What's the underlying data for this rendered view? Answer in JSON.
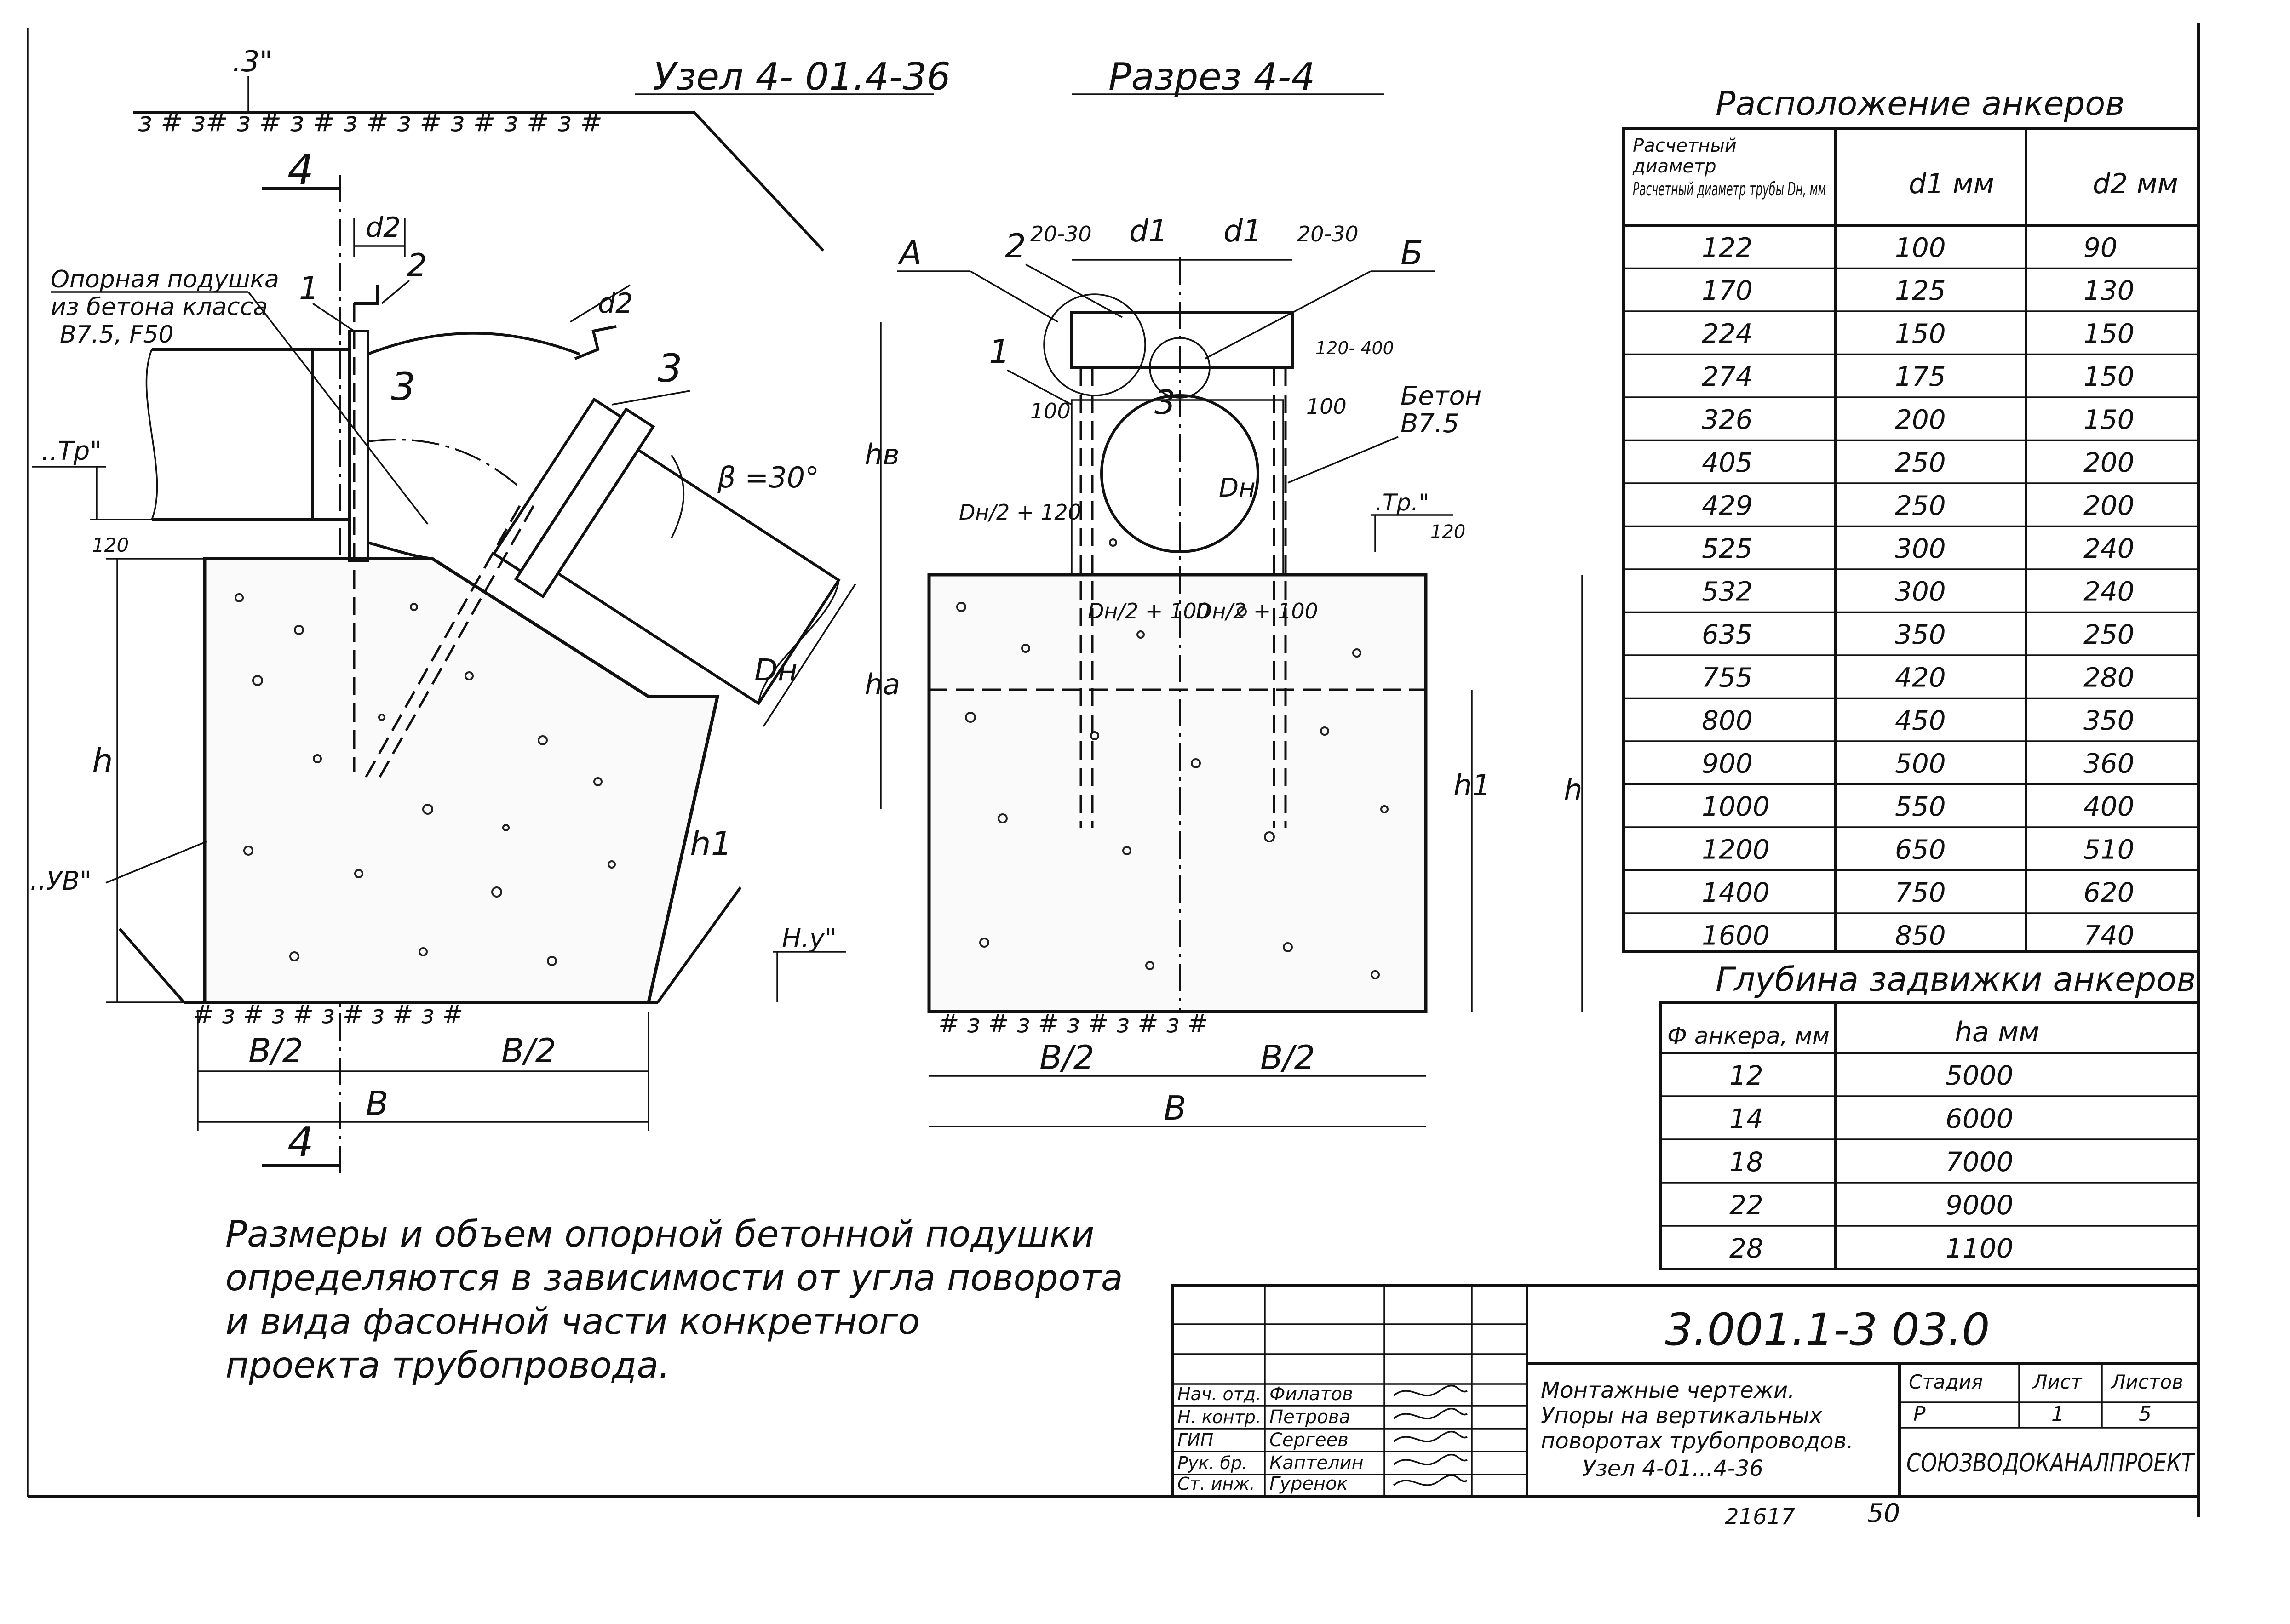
{
  "titles": {
    "node": "Узел 4- 01.4-36",
    "section": "Разрез 4-4"
  },
  "left_view": {
    "mark_3": ".3\"",
    "section_mark": "4",
    "pillow_label_1": "Опорная подушка",
    "pillow_label_2": "из бетона класса",
    "pillow_label_3": "B7.5, F50",
    "callout_1": "1",
    "callout_2": "2",
    "callout_3a": "3",
    "callout_3b": "3",
    "d2_top": "d2",
    "d2_right": "d2",
    "tp": "..Тр\"",
    "dim_120": "120",
    "angle": "β =30°",
    "dn": "Dн",
    "uv": "..УВ\"",
    "h": "h",
    "h1": "h1",
    "ny": "Н.у\"",
    "b_half_left": "B/2",
    "b_half_right": "B/2",
    "b": "B"
  },
  "section_view": {
    "label_a": "А",
    "label_b": "Б",
    "callout_1": "1",
    "callout_2": "2",
    "callout_3": "3",
    "dim_20_30_left": "20-30",
    "dim_20_30_right": "20-30",
    "d1_left": "d1",
    "d1_right": "d1",
    "dim_120_400": "120- 400",
    "dim_100_left": "100",
    "dim_100_right": "100",
    "beton_1": "Бетон",
    "beton_2": "B7.5",
    "dn": "Dн",
    "tp": ".Тр.\"",
    "dim_120": "120",
    "hv": "hв",
    "dn_2_120": "Dн/2 + 120",
    "ha": "ha",
    "dn_2_100_left": "Dн/2 + 100",
    "dn_2_100_right": "Dн/2 + 100",
    "h1": "h1",
    "h": "h",
    "b_half_left": "B/2",
    "b_half_right": "B/2",
    "b": "B"
  },
  "anchor_table": {
    "title": "Расположение анкеров",
    "headers": [
      "Расчетный диаметр трубы Dн, мм",
      "d1 мм",
      "d2 мм"
    ],
    "rows": [
      [
        "122",
        "100",
        "90"
      ],
      [
        "170",
        "125",
        "130"
      ],
      [
        "224",
        "150",
        "150"
      ],
      [
        "274",
        "175",
        "150"
      ],
      [
        "326",
        "200",
        "150"
      ],
      [
        "405",
        "250",
        "200"
      ],
      [
        "429",
        "250",
        "200"
      ],
      [
        "525",
        "300",
        "240"
      ],
      [
        "532",
        "300",
        "240"
      ],
      [
        "635",
        "350",
        "250"
      ],
      [
        "755",
        "420",
        "280"
      ],
      [
        "800",
        "450",
        "350"
      ],
      [
        "900",
        "500",
        "360"
      ],
      [
        "1000",
        "550",
        "400"
      ],
      [
        "1200",
        "650",
        "510"
      ],
      [
        "1400",
        "750",
        "620"
      ],
      [
        "1600",
        "850",
        "740"
      ]
    ]
  },
  "depth_table": {
    "title": "Глубина задвижки анкеров",
    "headers": [
      "Ф анкера, мм",
      "ha мм"
    ],
    "rows": [
      [
        "12",
        "5000"
      ],
      [
        "14",
        "6000"
      ],
      [
        "18",
        "7000"
      ],
      [
        "22",
        "9000"
      ],
      [
        "28",
        "1100"
      ]
    ]
  },
  "note": {
    "line1": "Размеры и объем опорной бетонной подушки",
    "line2": "определяются в зависимости от угла поворота",
    "line3": "и вида фасонной части конкретного",
    "line4": "проекта трубопровода."
  },
  "stamp": {
    "code": "3.001.1-3 03.0",
    "roles": [
      [
        "Нач. отд.",
        "Филатов"
      ],
      [
        "Н. контр.",
        "Петрова"
      ],
      [
        "ГИП",
        "Сергеев"
      ],
      [
        "Рук. бр.",
        "Каптелин"
      ],
      [
        "Ст. инж.",
        "Гуренок"
      ]
    ],
    "description": [
      "Монтажные чертежи.",
      "Упоры на вертикальных",
      "поворотах трубопроводов.",
      "Узел 4-01...4-36"
    ],
    "stage_label": "Стадия",
    "sheet_label": "Лист",
    "sheets_label": "Листов",
    "stage": "Р",
    "sheet": "1",
    "sheets": "5",
    "org": "СОЮЗВОДОКАНАЛПРОЕКТ",
    "inventory": "21617",
    "page": "50"
  }
}
